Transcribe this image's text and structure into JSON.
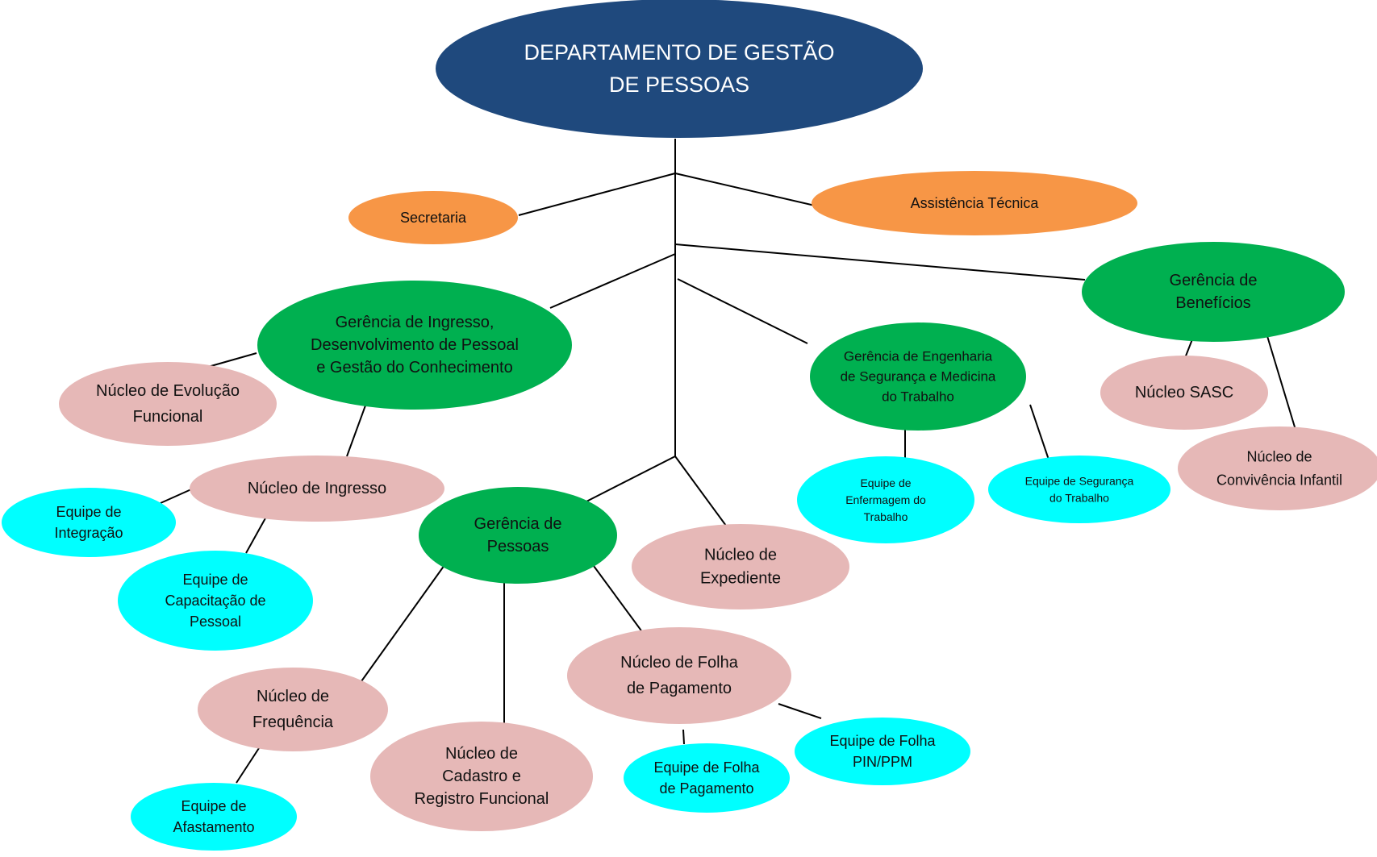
{
  "diagram": {
    "nodes": {
      "dgp": {
        "lines": [
          "DEPARTAMENTO DE GESTÃO",
          "DE PESSOAS"
        ]
      },
      "secretaria": {
        "lines": [
          "Secretaria"
        ]
      },
      "assistencia": {
        "lines": [
          "Assistência Técnica"
        ]
      },
      "ger_ingresso": {
        "lines": [
          "Gerência de Ingresso,",
          "Desenvolvimento de Pessoal",
          "e Gestão do Conhecimento"
        ]
      },
      "ger_beneficios": {
        "lines": [
          "Gerência de",
          "Benefícios"
        ]
      },
      "ger_eng": {
        "lines": [
          "Gerência de Engenharia",
          "de Segurança e Medicina",
          "do Trabalho"
        ]
      },
      "ger_pessoas": {
        "lines": [
          "Gerência de",
          "Pessoas"
        ]
      },
      "nuc_evolucao": {
        "lines": [
          "Núcleo de Evolução",
          "Funcional"
        ]
      },
      "nuc_ingresso": {
        "lines": [
          "Núcleo de Ingresso"
        ]
      },
      "nuc_sasc": {
        "lines": [
          "Núcleo SASC"
        ]
      },
      "nuc_convivencia": {
        "lines": [
          "Núcleo de",
          "Convivência Infantil"
        ]
      },
      "nuc_expediente": {
        "lines": [
          "Núcleo de",
          "Expediente"
        ]
      },
      "nuc_folha": {
        "lines": [
          "Núcleo de Folha",
          "de Pagamento"
        ]
      },
      "nuc_frequencia": {
        "lines": [
          "Núcleo de",
          "Frequência"
        ]
      },
      "nuc_cadastro": {
        "lines": [
          "Núcleo de",
          "Cadastro e",
          "Registro Funcional"
        ]
      },
      "eq_integracao": {
        "lines": [
          "Equipe de",
          "Integração"
        ]
      },
      "eq_capacitacao": {
        "lines": [
          "Equipe de",
          "Capacitação de",
          "Pessoal"
        ]
      },
      "eq_enfermagem": {
        "lines": [
          "Equipe de",
          "Enfermagem do",
          "Trabalho"
        ]
      },
      "eq_seguranca": {
        "lines": [
          "Equipe de Segurança",
          "do Trabalho"
        ]
      },
      "eq_folha_pag": {
        "lines": [
          "Equipe de Folha",
          "de Pagamento"
        ]
      },
      "eq_folha_pin": {
        "lines": [
          "Equipe de Folha",
          "PIN/PPM"
        ]
      },
      "eq_afastamento": {
        "lines": [
          "Equipe de",
          "Afastamento"
        ]
      }
    },
    "colors": {
      "department": "#1f497d",
      "support": "#f79646",
      "management": "#00b050",
      "nucleus": "#e6b8b7",
      "team": "#00ffff",
      "department_text": "#ffffff",
      "connector": "#000000"
    }
  }
}
